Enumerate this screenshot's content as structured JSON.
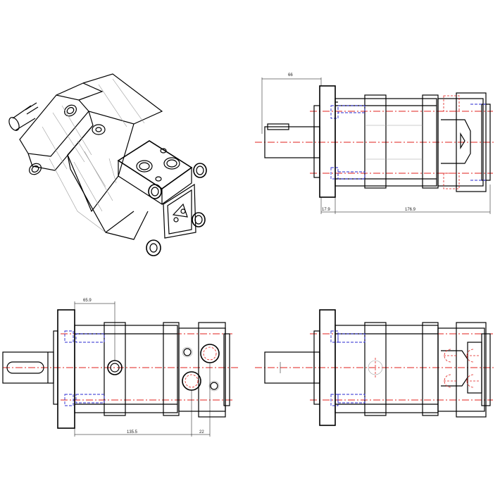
{
  "dimensions": {
    "top_width": "66",
    "flange_thickness": "17.9",
    "body_length": "176.9",
    "front_width": "65.9",
    "port_distance": "135.5",
    "port_offset": "22"
  },
  "colors": {
    "outline": "#000000",
    "centerline": "#e0201c",
    "hidden_line": "#2a2ad0",
    "faint_line": "#9a9a9a"
  }
}
